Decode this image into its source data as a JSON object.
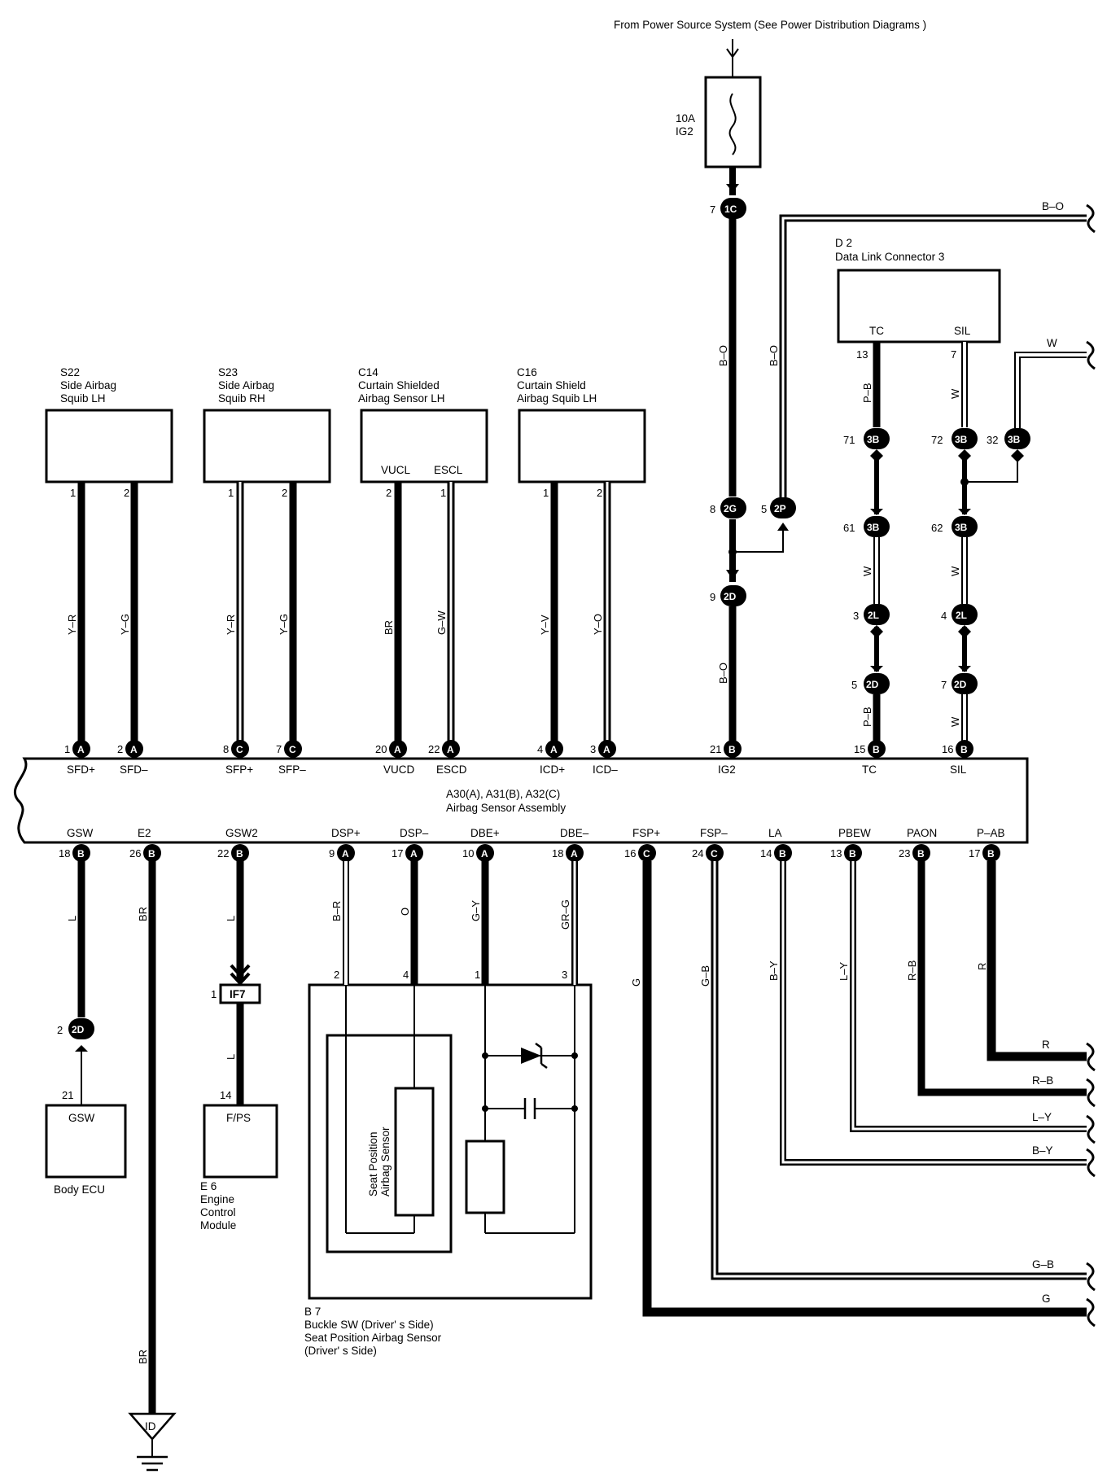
{
  "power": {
    "source": "From Power Source System (See Power Distribution Diagrams )"
  },
  "fuse": {
    "amp": "10A",
    "name": "IG2"
  },
  "d2": {
    "code": "D 2",
    "name": "Data Link Connector 3",
    "tc": "TC",
    "sil": "SIL"
  },
  "s22": {
    "code": "S22",
    "line1": "Side Airbag",
    "line2": "Squib LH"
  },
  "s23": {
    "code": "S23",
    "line1": "Side Airbag",
    "line2": "Squib RH"
  },
  "c14": {
    "code": "C14",
    "line1": "Curtain Shielded",
    "line2": "Airbag Sensor LH",
    "vucl": "VUCL",
    "escl": "ESCL"
  },
  "c16": {
    "code": "C16",
    "line1": "Curtain Shield",
    "line2": "Airbag Squib LH"
  },
  "assembly": {
    "line1": "A30(A), A31(B), A32(C)",
    "line2": "Airbag Sensor Assembly",
    "top_terminals": [
      "SFD+",
      "SFD–",
      "SFP+",
      "SFP–",
      "VUCD",
      "ESCD",
      "ICD+",
      "ICD–",
      "IG2",
      "TC",
      "SIL"
    ],
    "bottom_terminals": [
      "GSW",
      "E2",
      "GSW2",
      "DSP+",
      "DSP–",
      "DBE+",
      "DBE–",
      "FSP+",
      "FSP–",
      "LA",
      "PBEW",
      "PAON",
      "P–AB"
    ]
  },
  "top_pins": [
    {
      "num": "1",
      "conn": "A"
    },
    {
      "num": "2",
      "conn": "A"
    },
    {
      "num": "8",
      "conn": "C"
    },
    {
      "num": "7",
      "conn": "C"
    },
    {
      "num": "20",
      "conn": "A"
    },
    {
      "num": "22",
      "conn": "A"
    },
    {
      "num": "4",
      "conn": "A"
    },
    {
      "num": "3",
      "conn": "A"
    },
    {
      "num": "21",
      "conn": "B"
    },
    {
      "num": "15",
      "conn": "B"
    },
    {
      "num": "16",
      "conn": "B"
    }
  ],
  "bottom_pins": [
    {
      "num": "18",
      "conn": "B"
    },
    {
      "num": "26",
      "conn": "B"
    },
    {
      "num": "22",
      "conn": "B"
    },
    {
      "num": "9",
      "conn": "A"
    },
    {
      "num": "17",
      "conn": "A"
    },
    {
      "num": "10",
      "conn": "A"
    },
    {
      "num": "18",
      "conn": "A"
    },
    {
      "num": "16",
      "conn": "C"
    },
    {
      "num": "24",
      "conn": "C"
    },
    {
      "num": "14",
      "conn": "B"
    },
    {
      "num": "13",
      "conn": "B"
    },
    {
      "num": "23",
      "conn": "B"
    },
    {
      "num": "17",
      "conn": "B"
    }
  ],
  "squib_pins": [
    "1",
    "2",
    "1",
    "2",
    "2",
    "1",
    "1",
    "2"
  ],
  "wire_colors_top": [
    "Y–R",
    "Y–G",
    "Y–R",
    "Y–G",
    "BR",
    "G–W",
    "Y–V",
    "Y–O"
  ],
  "wire_colors_bottom": [
    "L",
    "BR",
    "L",
    "B–R",
    "O",
    "G–Y",
    "GR–G",
    "G",
    "G–B",
    "B–Y",
    "L–Y",
    "R–B",
    "R"
  ],
  "ig2_chain": {
    "c1": {
      "pin": "7",
      "conn": "1C"
    },
    "c2": {
      "pin": "8",
      "conn": "2G"
    },
    "c3": {
      "pin": "5",
      "conn": "2P"
    },
    "c4": {
      "pin": "9",
      "conn": "2D"
    },
    "wire_a": "B–O",
    "wire_b": "B–O",
    "wire_c": "B–O",
    "out": "B–O"
  },
  "tc_chain": [
    {
      "pin": "71",
      "conn": "3B"
    },
    {
      "pin": "61",
      "conn": "3B"
    },
    {
      "pin": "3",
      "conn": "2L"
    },
    {
      "pin": "5",
      "conn": "2D"
    }
  ],
  "tc_pin_top": "13",
  "tc_wires": [
    "P–B",
    "W",
    "P–B"
  ],
  "sil_chain": [
    {
      "pin": "72",
      "conn": "3B"
    },
    {
      "pin": "62",
      "conn": "3B"
    },
    {
      "pin": "4",
      "conn": "2L"
    },
    {
      "pin": "7",
      "conn": "2D"
    }
  ],
  "sil_pin_top": "7",
  "sil_wires": [
    "W",
    "W",
    "W"
  ],
  "sil_branch": {
    "pin": "32",
    "conn": "3B",
    "out": "W"
  },
  "body_ecu": {
    "name": "Body ECU",
    "term": "GSW",
    "pin": "21",
    "conn_pin": "2",
    "conn": "2D"
  },
  "ecm": {
    "code": "E 6",
    "line1": "Engine",
    "line2": "Control",
    "line3": "Module",
    "term": "F/PS",
    "pin": "14",
    "conn_pin": "1",
    "conn": "IF7",
    "wire": "L"
  },
  "b7": {
    "code": "B 7",
    "line1": "Buckle SW (Driver' s Side)",
    "line2": "Seat Position Airbag Sensor",
    "line3": "(Driver' s Side)",
    "inner_line1": "Seat Position",
    "inner_line2": "Airbag Sensor",
    "pins": [
      "2",
      "4",
      "1",
      "3"
    ]
  },
  "ground": {
    "label": "ID"
  },
  "right_outputs": [
    "R",
    "R–B",
    "L–Y",
    "B–Y",
    "G–B",
    "G"
  ]
}
